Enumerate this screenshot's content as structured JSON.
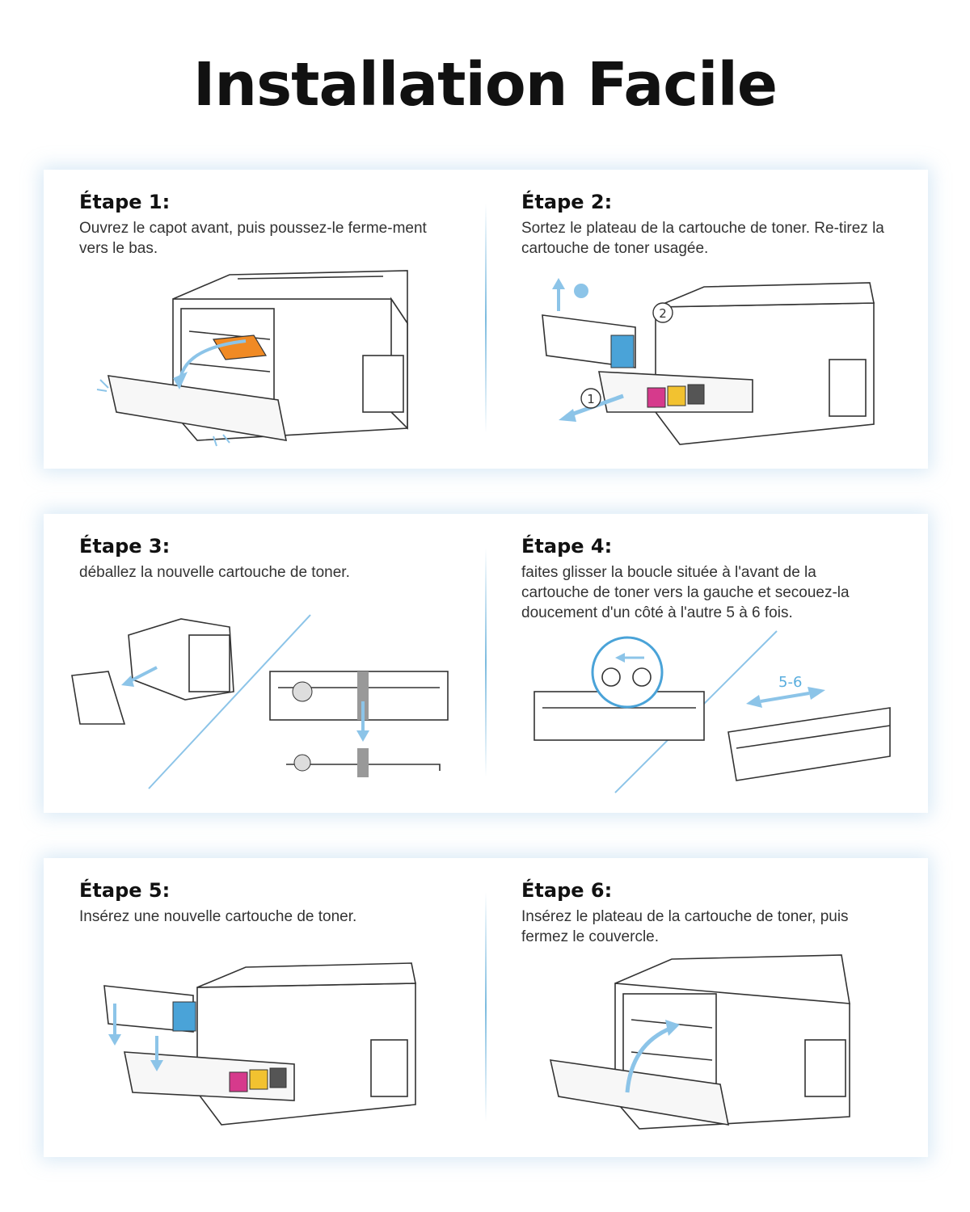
{
  "title": "Installation Facile",
  "steps": [
    {
      "heading": "Étape 1:",
      "text": "Ouvrez le capot avant, puis poussez-le ferme-ment vers le bas."
    },
    {
      "heading": "Étape 2:",
      "text": "Sortez le plateau de la cartouche de toner. Re-tirez la cartouche de toner usagée."
    },
    {
      "heading": "Étape 3:",
      "text": "déballez la nouvelle cartouche de toner."
    },
    {
      "heading": "Étape 4:",
      "text": "faites glisser la boucle située à l'avant de la cartouche de toner vers la gauche et secouez-la doucement d'un côté à l'autre 5 à 6 fois."
    },
    {
      "heading": "Étape 5:",
      "text": "Insérez une nouvelle cartouche de toner."
    },
    {
      "heading": "Étape 6:",
      "text": "Insérez le plateau de la cartouche de toner, puis fermez le couvercle."
    }
  ],
  "labels": {
    "marker_1": "1",
    "marker_2": "2",
    "shake_count": "5-6"
  },
  "colors": {
    "accent": "#8cc4e8",
    "cyan": "#4aa3d8",
    "magenta": "#d63a8c",
    "yellow": "#f2c230",
    "black": "#333333",
    "orange": "#f08a24"
  }
}
